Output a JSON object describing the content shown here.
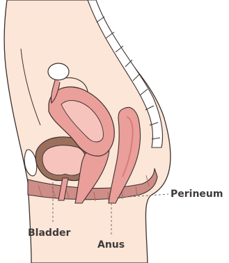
{
  "labels": {
    "bladder": "Bladder",
    "anus": "Anus",
    "perineum": "Perineum"
  },
  "colors": {
    "skin": "#fbe6d7",
    "outline": "#3a2f2f",
    "organ_light": "#f6c4bd",
    "organ_mid": "#ea9f9a",
    "organ_dark": "#d97b79",
    "muscle": "#cf8d88",
    "bone": "#ffffff",
    "bladder_wall": "#9c6f5d",
    "leader_line": "#6e6e6e",
    "label_text": "#3f3a3a"
  }
}
